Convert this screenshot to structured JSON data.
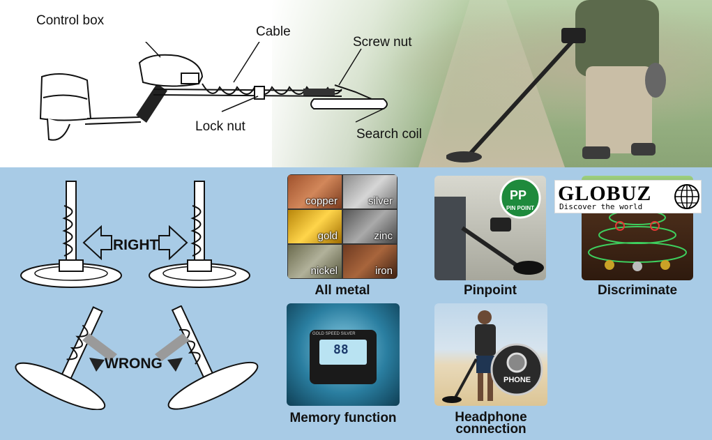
{
  "diagram": {
    "labels": {
      "control_box": "Control box",
      "cable": "Cable",
      "screw_nut": "Screw nut",
      "lock_nut": "Lock nut",
      "search_coil": "Search coil"
    }
  },
  "orientation": {
    "right_label": "RIGHT",
    "wrong_label": "WRONG"
  },
  "features": {
    "all_metal": {
      "caption": "All metal",
      "metals": [
        "copper",
        "silver",
        "gold",
        "zinc",
        "nickel",
        "iron"
      ]
    },
    "pinpoint": {
      "caption": "Pinpoint",
      "badge": "PP",
      "badge_text": "PIN POINT"
    },
    "discriminate": {
      "caption": "Discriminate"
    },
    "memory": {
      "caption": "Memory function",
      "device_brand": "GOLD SPEED SILVER",
      "display": "88"
    },
    "headphone": {
      "caption_line1": "Headphone",
      "caption_line2": "connection",
      "jack_label": "PHONE"
    }
  },
  "logo": {
    "name": "GLOBUZ",
    "tagline": "Discover the world"
  },
  "colors": {
    "panel_bg": "#a8cbe6",
    "arrow_dark": "#222222",
    "arrow_light": "#9a9a9a"
  }
}
